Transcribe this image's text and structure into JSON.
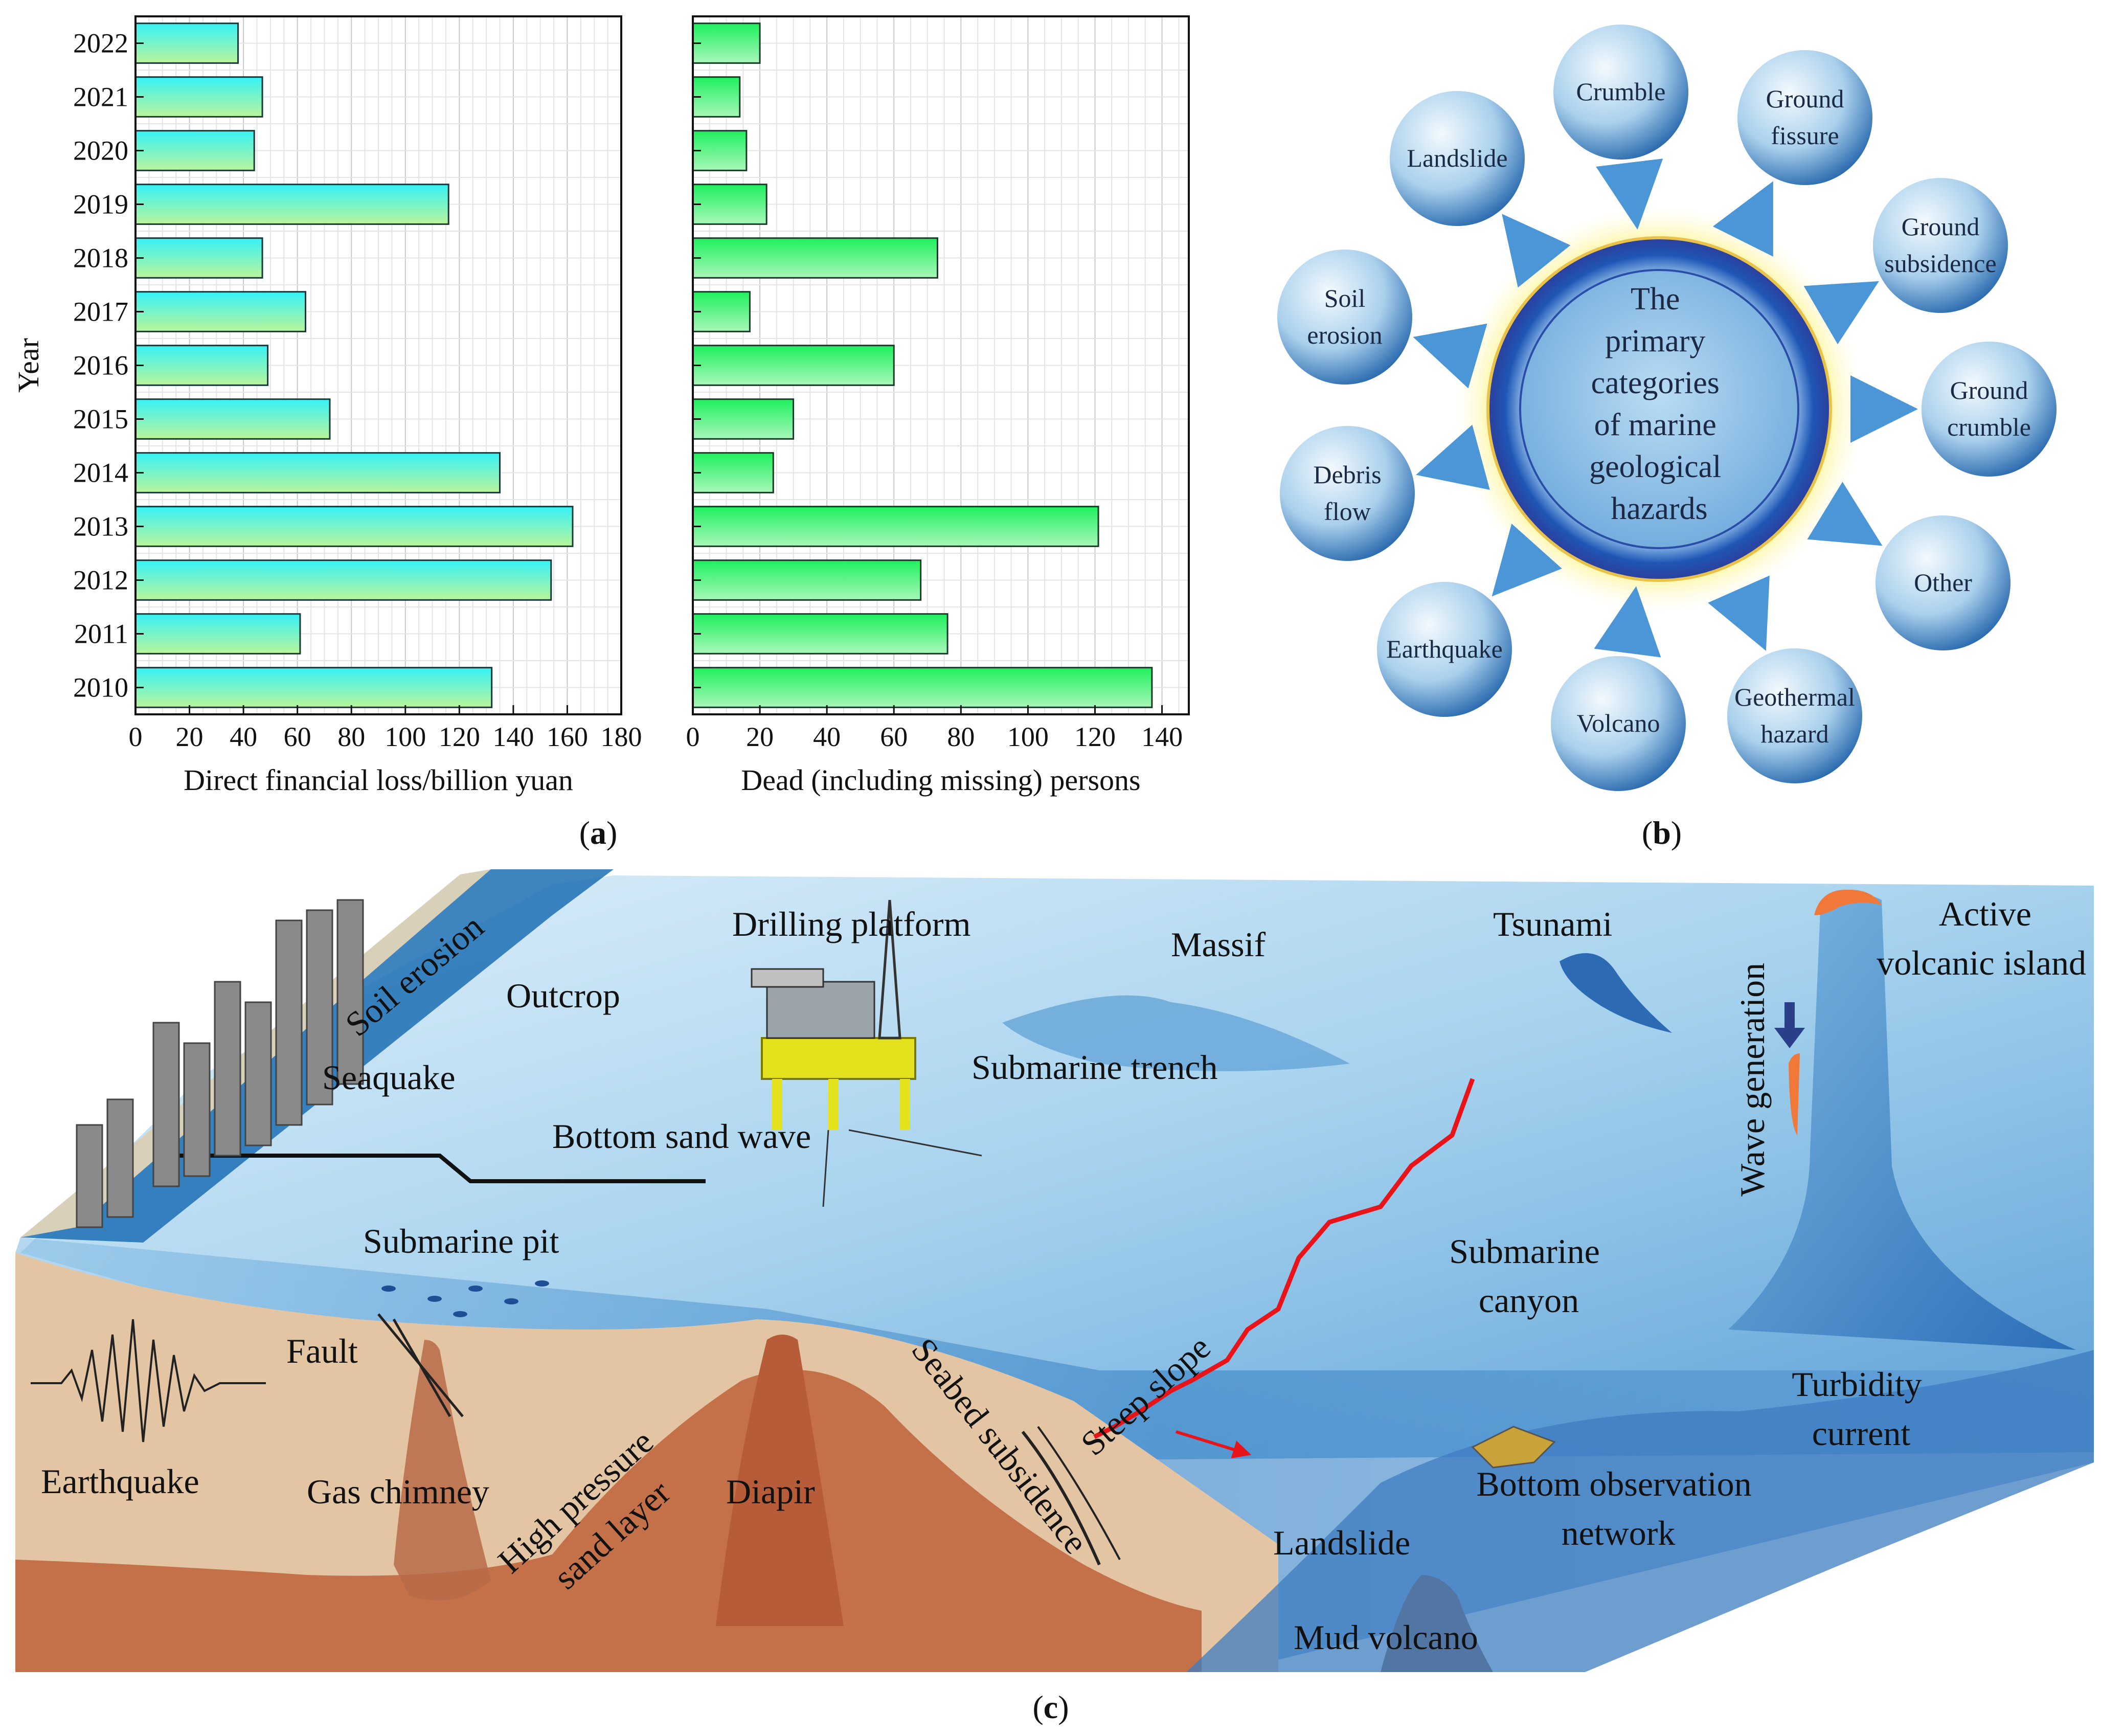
{
  "panels": {
    "a_label": "a",
    "b_label": "b",
    "c_label": "c"
  },
  "chart_data": [
    {
      "type": "bar",
      "orientation": "horizontal",
      "categories": [
        "2022",
        "2021",
        "2020",
        "2019",
        "2018",
        "2017",
        "2016",
        "2015",
        "2014",
        "2013",
        "2012",
        "2011",
        "2010"
      ],
      "values": [
        38,
        47,
        44,
        116,
        47,
        63,
        49,
        72,
        135,
        162,
        154,
        61,
        132
      ],
      "xlabel": "Direct financial loss/billion yuan",
      "ylabel": "Year",
      "xlim": [
        0,
        180
      ],
      "xticks": [
        "0",
        "20",
        "40",
        "60",
        "80",
        "100",
        "120",
        "140",
        "160",
        "180"
      ],
      "grid": true,
      "colors": {
        "top": "#36f2f6",
        "bottom": "#b9f59a",
        "stroke": "#1a3a3a"
      }
    },
    {
      "type": "bar",
      "orientation": "horizontal",
      "categories": [
        "2022",
        "2021",
        "2020",
        "2019",
        "2018",
        "2017",
        "2016",
        "2015",
        "2014",
        "2013",
        "2012",
        "2011",
        "2010"
      ],
      "values": [
        20,
        14,
        16,
        22,
        73,
        17,
        60,
        30,
        24,
        121,
        68,
        76,
        137
      ],
      "xlabel": "Dead (including missing) persons",
      "xlim": [
        0,
        148
      ],
      "xticks": [
        "0",
        "20",
        "40",
        "60",
        "80",
        "100",
        "120",
        "140"
      ],
      "grid": true,
      "colors": {
        "top": "#1ef05e",
        "bottom": "#a8f7b8",
        "stroke": "#1a3a2a"
      }
    }
  ],
  "hazards_diagram": {
    "center_text": [
      "The",
      "primary",
      "categories",
      "of marine",
      "geological",
      "hazards"
    ],
    "bubbles": [
      {
        "lines": [
          "Crumble"
        ]
      },
      {
        "lines": [
          "Ground",
          "fissure"
        ]
      },
      {
        "lines": [
          "Ground",
          "subsidence"
        ]
      },
      {
        "lines": [
          "Ground",
          "crumble"
        ]
      },
      {
        "lines": [
          "Other"
        ]
      },
      {
        "lines": [
          "Geothermal",
          "hazard"
        ]
      },
      {
        "lines": [
          "Volcano"
        ]
      },
      {
        "lines": [
          "Earthquake"
        ]
      },
      {
        "lines": [
          "Debris",
          "flow"
        ]
      },
      {
        "lines": [
          "Soil",
          "erosion"
        ]
      },
      {
        "lines": [
          "Landslide"
        ]
      }
    ],
    "colors": {
      "bubble_dark": "#1e63ad",
      "bubble_light": "#eef6fc",
      "arrow": "#4a96d6",
      "glow": "#fff27a"
    }
  },
  "seabed_diagram": {
    "labels": {
      "soil_erosion": "Soil erosion",
      "outcrop": "Outcrop",
      "drilling_platform": "Drilling platform",
      "massif": "Massif",
      "tsunami": "Tsunami",
      "active_volcanic_island": [
        "Active",
        "volcanic island"
      ],
      "seaquake": "Seaquake",
      "submarine_trench": "Submarine trench",
      "wave_generation": "Wave generation",
      "bottom_sand_wave": "Bottom sand wave",
      "submarine_pit": "Submarine pit",
      "submarine_canyon": [
        "Submarine",
        "canyon"
      ],
      "fault": "Fault",
      "steep_slope": "Steep slope",
      "seabed_subsidence": "Seabed subsidence",
      "turbidity_current": [
        "Turbidity",
        "current"
      ],
      "earthquake": "Earthquake",
      "gas_chimney": "Gas chimney",
      "high_pressure_sand_layer": [
        "High pressure",
        "sand layer"
      ],
      "diapir": "Diapir",
      "bottom_observation_network": [
        "Bottom observation",
        "network"
      ],
      "landslide": "Landslide",
      "mud_volcano": "Mud volcano"
    },
    "colors": {
      "sea_light": "#cfe6f4",
      "sea_mid": "#8dc3e6",
      "sea_deep": "#3e86c8",
      "sediment": "#e3c5a4",
      "bedrock": "#c4714a",
      "fault_red": "#e8141a"
    }
  }
}
